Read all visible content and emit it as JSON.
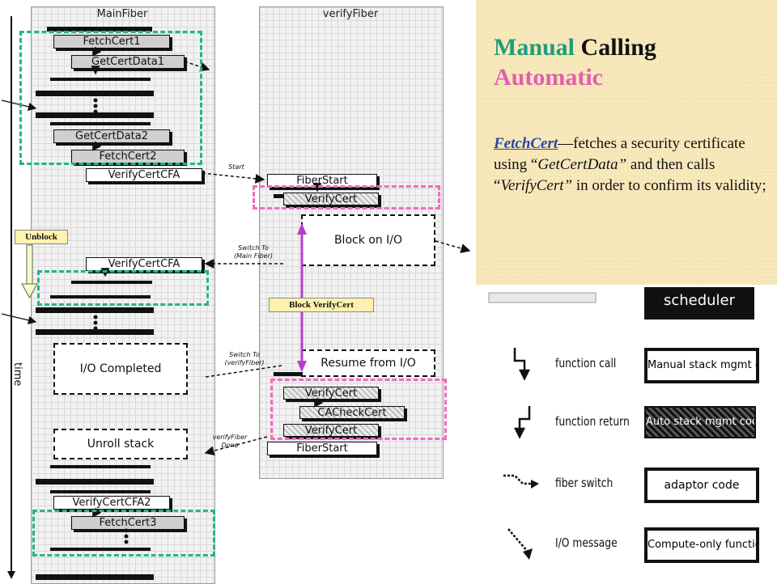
{
  "diagram": {
    "columns": {
      "main": "MainFiber",
      "verify": "verifyFiber"
    },
    "main_steps": [
      "FetchCert1",
      "GetCertData1",
      "GetCertData2",
      "FetchCert2",
      "VerifyCertCFA",
      "VerifyCertCFA",
      "VerifyCertCFA2",
      "FetchCert3"
    ],
    "verify_steps": [
      "FiberStart",
      "VerifyCert",
      "VerifyCert",
      "CACheckCert",
      "VerifyCert",
      "FiberStart"
    ],
    "dashed_boxes": {
      "block_io": "Block on I/O",
      "io_completed": "I/O Completed",
      "resume_io": "Resume from I/O",
      "unroll_stack": "Unroll stack"
    },
    "annotations": {
      "start": "Start",
      "switch_main": "Switch To\n(Main Fiber)",
      "switch_verify": "Switch To\n(verifyFiber)",
      "verify_done": "verifyFiber\nDone"
    },
    "unblock_label": "Unblock",
    "block_label": "Block VerifyCert",
    "time_label": "time"
  },
  "text": {
    "title_manual": "Manual",
    "title_calling": "Calling",
    "title_automatic": "Automatic",
    "term": "FetchCert",
    "desc_1": "—fetches a security certificate using “",
    "desc_q1": "GetCertData”",
    "desc_2": " and then calls “",
    "desc_q2": "VerifyCert”",
    "desc_3": " in order to confirm its validity;"
  },
  "legend": {
    "top_label": "scheduler",
    "items": [
      {
        "icon": "function-call-icon",
        "label": "function call",
        "box": "Manual stack mgmt code"
      },
      {
        "icon": "function-return-icon",
        "label": "function return",
        "box": "Auto stack mgmt code"
      },
      {
        "icon": "fiber-switch-icon",
        "label": "fiber switch",
        "box": "adaptor code"
      },
      {
        "icon": "io-message-icon",
        "label": "I/O message",
        "box": "Compute-only function"
      }
    ]
  },
  "colors": {
    "manual": "#1e9e7a",
    "calling": "#111111",
    "automatic": "#e05fae",
    "teal_highlight": "#1fb68a",
    "pink_highlight": "#f06cc0",
    "tag_fill": "#fff2b0",
    "block_arrow": "#b43ed0",
    "panel_bg": "#f7e9bb"
  }
}
